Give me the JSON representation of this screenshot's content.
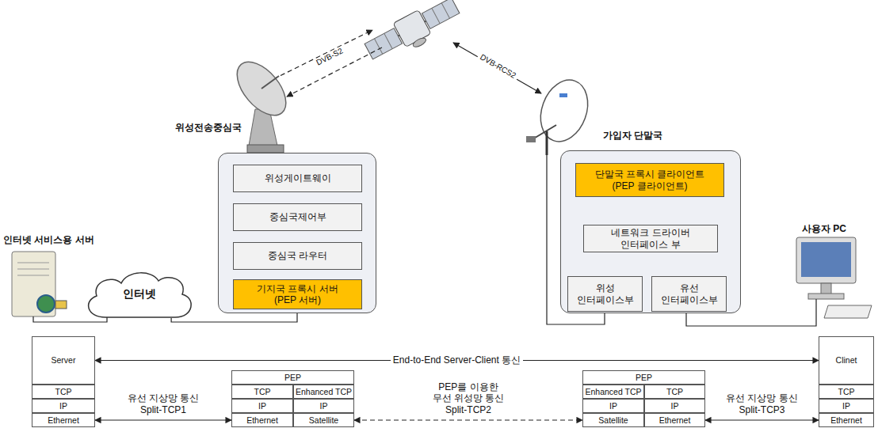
{
  "diagram": {
    "nodes": [
      {
        "text": [
          "위성전송중심국"
        ]
      },
      {
        "text": [
          "위성게이트웨이"
        ],
        "in": 0
      },
      {
        "text": [
          "중심국제어부"
        ],
        "in": 0
      },
      {
        "text": [
          "중심국 라우터"
        ],
        "in": 0
      },
      {
        "text": [
          "기지국 프록시 서버 (PEP 서버)"
        ],
        "in": 0
      },
      {
        "text": [
          "가입자 단말국"
        ]
      },
      {
        "text": [
          "단말국 프록시 클라이언트 (PEP 클라이언트)"
        ],
        "in": 5
      },
      {
        "text": [
          "네트워크 드라이버 인터페이스 부"
        ],
        "in": 5
      },
      {
        "text": [
          "위성 인터페이스부"
        ],
        "in": 5
      },
      {
        "text": [
          "유선 인터페이스부"
        ],
        "in": 5
      },
      {
        "text": [
          "인터넷"
        ]
      },
      {
        "text": [
          "Server"
        ]
      },
      {
        "text": [
          "TCP"
        ]
      },
      {
        "text": [
          "IP"
        ]
      },
      {
        "text": [
          "Ethernet"
        ]
      },
      {
        "text": [
          "PEP"
        ]
      },
      {
        "text": [
          "TCP"
        ]
      },
      {
        "text": [
          "Enhanced TCP"
        ]
      },
      {
        "text": [
          "IP"
        ]
      },
      {
        "text": [
          "IP"
        ]
      },
      {
        "text": [
          "Ethernet"
        ]
      },
      {
        "text": [
          "Satellite"
        ]
      },
      {
        "text": [
          "PEP"
        ]
      },
      {
        "text": [
          "Enhanced TCP"
        ]
      },
      {
        "text": [
          "TCP"
        ]
      },
      {
        "text": [
          "IP"
        ]
      },
      {
        "text": [
          "IP"
        ]
      },
      {
        "text": [
          "Satellite"
        ]
      },
      {
        "text": [
          "Ethernet"
        ]
      },
      {
        "text": [
          "Clinet"
        ]
      },
      {
        "text": [
          "TCP"
        ]
      },
      {
        "text": [
          "IP"
        ]
      },
      {
        "text": [
          "Ethernet"
        ]
      }
    ],
    "edges": [
      {
        "from": 6,
        "to": 7,
        "arrow": "both"
      },
      {
        "from": 7,
        "to": 8,
        "arrow": "both"
      },
      {
        "from": 7,
        "to": 9,
        "arrow": "both"
      },
      {
        "from": 10,
        "to": 0,
        "arrow": "none"
      },
      {
        "from": 11,
        "to": 29,
        "arrow": "both",
        "label": "End-to-End Server-Client 통신"
      },
      {
        "from": 14,
        "to": 20,
        "arrow": "both",
        "label": "유선 지상망 통신 Split-TCP1"
      },
      {
        "from": 21,
        "to": 27,
        "arrow": "both",
        "label": "PEP를 이용한 무선 위성망 통신 Split-TCP2"
      },
      {
        "from": 28,
        "to": 32,
        "arrow": "both",
        "label": "유선 지상망 통신 Split-TCP3"
      }
    ],
    "labels": [
      "DVB-S2",
      "DVB-RCS2",
      "인터넷 서비스용 서버",
      "사용자 PC"
    ]
  }
}
